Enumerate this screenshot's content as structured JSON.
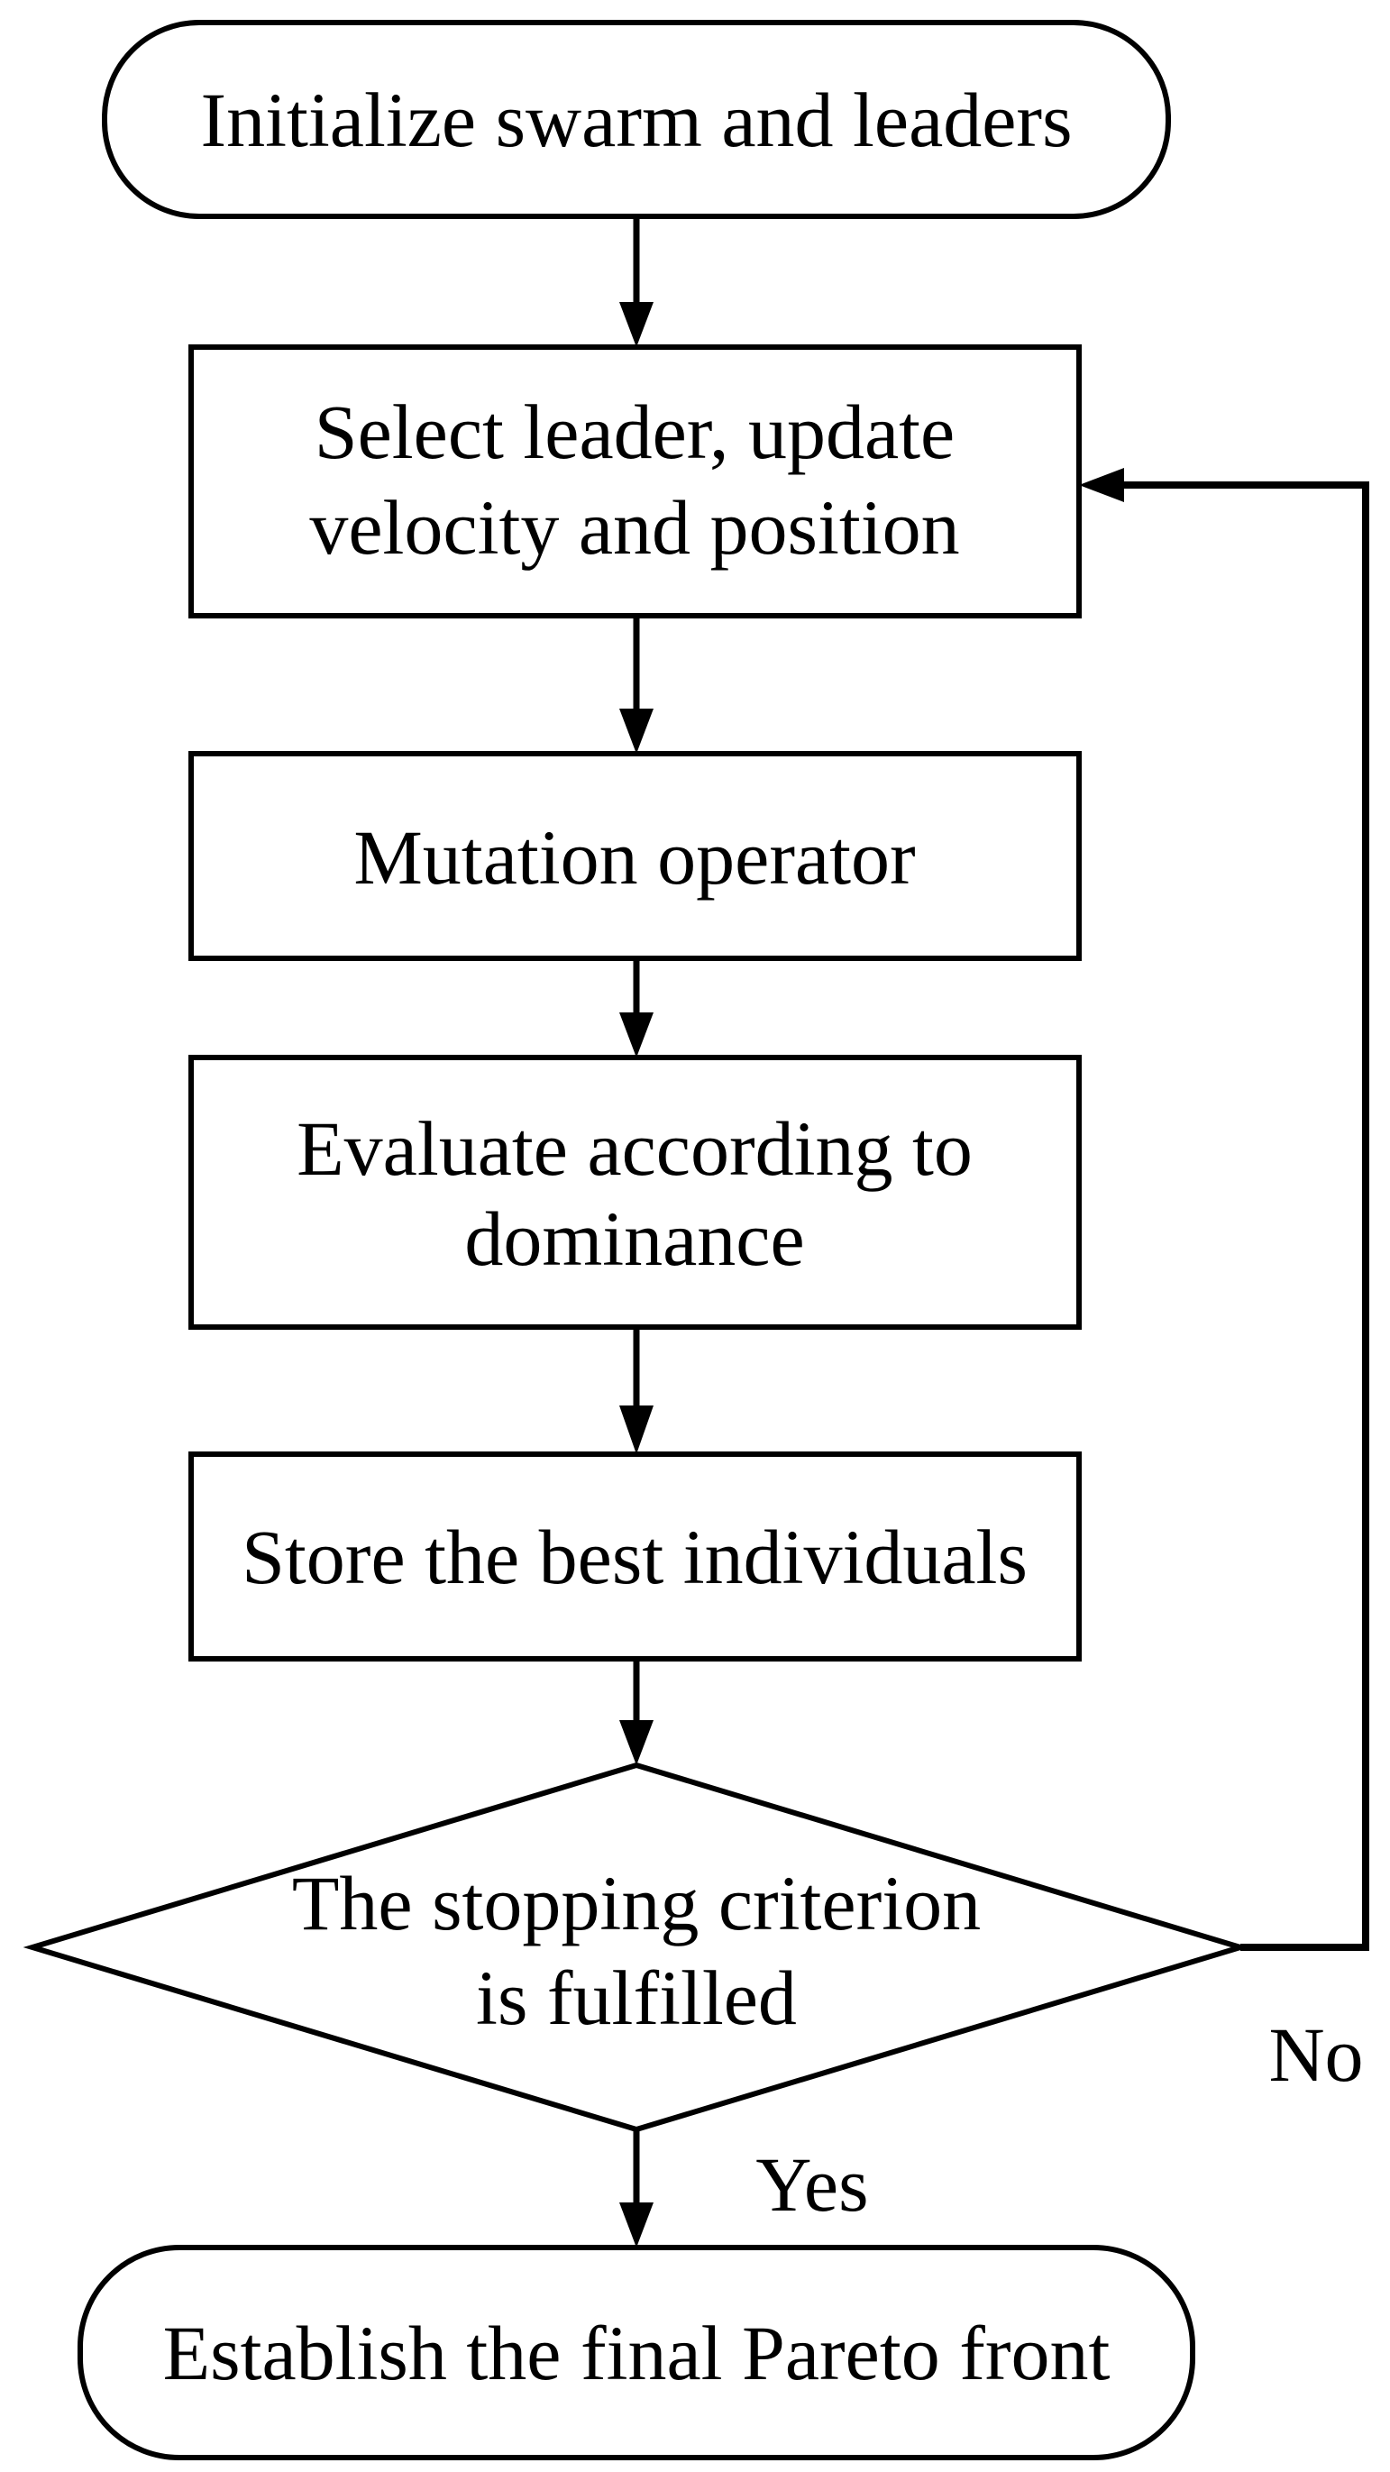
{
  "diagram": {
    "type": "flowchart",
    "background_color": "#ffffff",
    "stroke_color": "#000000",
    "text_color": "#000000",
    "nodes": [
      {
        "id": "start",
        "shape": "stadium",
        "lines": [
          "Initialize swarm and leaders"
        ]
      },
      {
        "id": "select-leader",
        "shape": "process",
        "lines": [
          "Select leader, update",
          "velocity and position"
        ]
      },
      {
        "id": "mutation",
        "shape": "process",
        "lines": [
          "Mutation operator"
        ]
      },
      {
        "id": "evaluate",
        "shape": "process",
        "lines": [
          "Evaluate according to",
          "dominance"
        ]
      },
      {
        "id": "store",
        "shape": "process",
        "lines": [
          "Store the best individuals"
        ]
      },
      {
        "id": "stopping",
        "shape": "decision",
        "lines": [
          "The stopping criterion",
          "is fulfilled"
        ]
      },
      {
        "id": "end",
        "shape": "stadium",
        "lines": [
          "Establish the final Pareto front"
        ]
      }
    ],
    "edges": [
      {
        "from": "start",
        "to": "select-leader",
        "label": ""
      },
      {
        "from": "select-leader",
        "to": "mutation",
        "label": ""
      },
      {
        "from": "mutation",
        "to": "evaluate",
        "label": ""
      },
      {
        "from": "evaluate",
        "to": "store",
        "label": ""
      },
      {
        "from": "store",
        "to": "stopping",
        "label": ""
      },
      {
        "from": "stopping",
        "to": "end",
        "label": "Yes"
      },
      {
        "from": "stopping",
        "to": "select-leader",
        "label": "No"
      }
    ]
  }
}
